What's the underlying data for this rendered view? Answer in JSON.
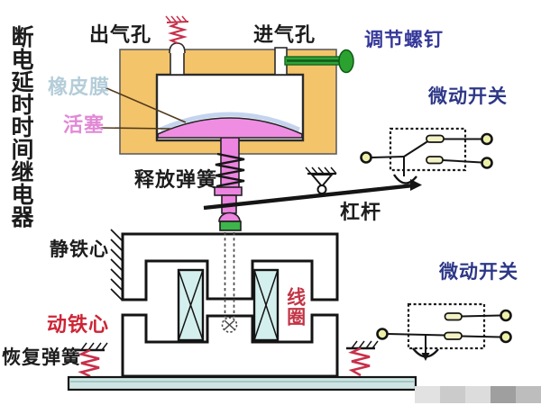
{
  "title": "断电延时时间继电器",
  "pneumatic_head": {
    "air_outlet": "出气孔",
    "air_inlet": "进气孔",
    "adjusting_screw": "调节螺钉",
    "rubber_membrane": "橡皮膜",
    "piston": "活塞",
    "release_spring": "释放弹簧"
  },
  "linkage": {
    "lever": "杠杆",
    "micro_switch_upper": "微动开关"
  },
  "electromagnet": {
    "static_core": "静铁心",
    "moving_core": "动铁心",
    "coil": "线圈",
    "recovery_spring": "恢复弹簧",
    "micro_switch_lower": "微动开关"
  },
  "colors": {
    "chamber_body": "#f4c46b",
    "piston_pink": "#ee8de2",
    "membrane_blue": "#c5d4ee",
    "screw_green": "#2ea33a",
    "connector_green": "#3cb54a",
    "coil_fill": "#d4f0ee",
    "base_plate": "#cfe5e3",
    "spring_red": "#c8304a",
    "terminal_fill": "#edf0a8",
    "label_blue": "#35389a",
    "label_red": "#cc2536",
    "label_pink": "#e289d6",
    "label_pale_blue": "#b4cdd9"
  }
}
